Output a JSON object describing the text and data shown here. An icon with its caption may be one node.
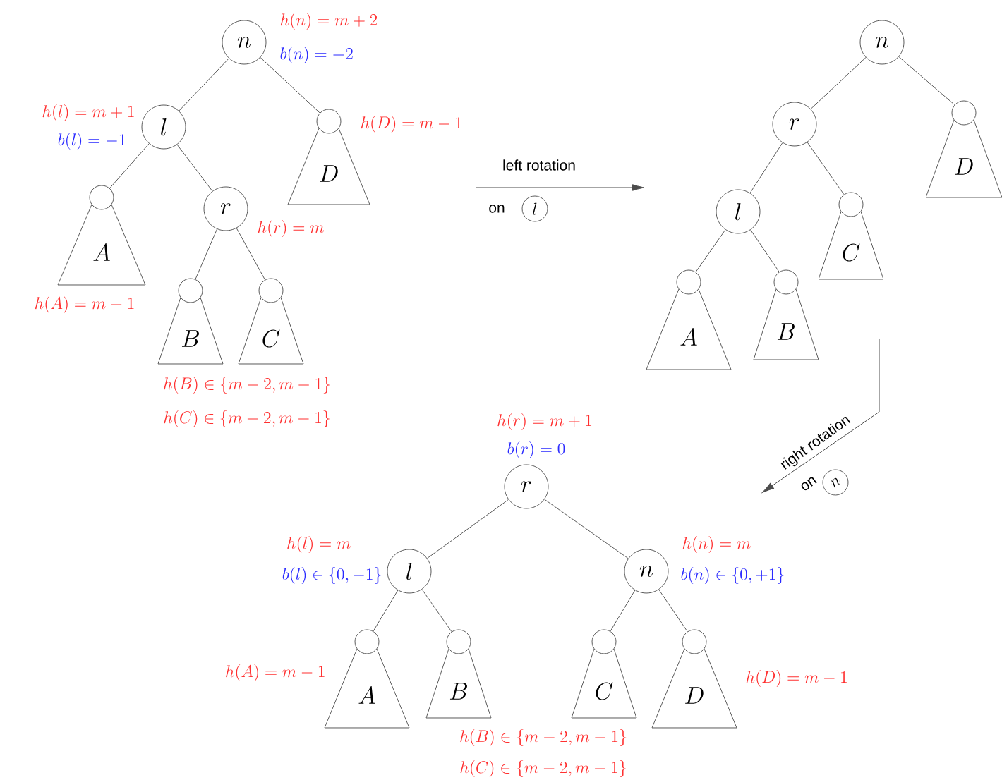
{
  "diagram": {
    "nodes": [
      {
        "text": [
          "n"
        ],
        "beside": [
          "h(n) = m+2",
          "b(n) = -2"
        ]
      },
      {
        "text": [
          "l"
        ],
        "beside": [
          "h(l) = m+1",
          "b(l) = -1"
        ]
      },
      {
        "text": [
          "D"
        ],
        "beside": [
          "h(D) = m-1"
        ]
      },
      {
        "text": [
          "r"
        ],
        "beside": [
          "h(r) = m"
        ]
      },
      {
        "text": [
          "A"
        ],
        "beside": [
          "h(A) = m-1"
        ]
      },
      {
        "text": [
          "B"
        ],
        "beside": [
          "h(B) \\in \\{m-2, m-1\\}"
        ]
      },
      {
        "text": [
          "C"
        ],
        "beside": [
          "h(C) \\in \\{m-2, m-1\\}"
        ]
      },
      {
        "text": [
          "n"
        ]
      },
      {
        "text": [
          "r"
        ]
      },
      {
        "text": [
          "D"
        ]
      },
      {
        "text": [
          "l"
        ]
      },
      {
        "text": [
          "C"
        ]
      },
      {
        "text": [
          "A"
        ]
      },
      {
        "text": [
          "B"
        ]
      },
      {
        "text": [
          "r"
        ],
        "beside": [
          "h(r) = m+1",
          "b(r) = 0"
        ]
      },
      {
        "text": [
          "l"
        ],
        "beside": [
          "h(l) = m",
          "b(l) \\in \\{0, -1\\}"
        ]
      },
      {
        "text": [
          "n"
        ],
        "beside": [
          "h(n) = m",
          "b(n) \\in \\{0, +1\\}"
        ]
      },
      {
        "text": [
          "A"
        ],
        "beside": [
          "h(A) = m-1"
        ]
      },
      {
        "text": [
          "B"
        ],
        "beside": [
          "h(B) \\in \\{m-2, m-1\\}"
        ]
      },
      {
        "text": [
          "C"
        ],
        "beside": [
          "h(C) \\in \\{m-2, m-1\\}"
        ]
      },
      {
        "text": [
          "D"
        ],
        "beside": [
          "h(D) = m-1"
        ]
      },
      {
        "text": [
          "l"
        ]
      },
      {
        "text": [
          "n"
        ]
      }
    ],
    "edges": [
      {
        "from": 0,
        "to": 1,
        "arrow": "none"
      },
      {
        "from": 0,
        "to": 2,
        "arrow": "none"
      },
      {
        "from": 1,
        "to": 4,
        "arrow": "none"
      },
      {
        "from": 1,
        "to": 3,
        "arrow": "none"
      },
      {
        "from": 3,
        "to": 5,
        "arrow": "none"
      },
      {
        "from": 3,
        "to": 6,
        "arrow": "none"
      },
      {
        "from": 7,
        "to": 8,
        "arrow": "none"
      },
      {
        "from": 7,
        "to": 9,
        "arrow": "none"
      },
      {
        "from": 8,
        "to": 10,
        "arrow": "none"
      },
      {
        "from": 8,
        "to": 11,
        "arrow": "none"
      },
      {
        "from": 10,
        "to": 12,
        "arrow": "none"
      },
      {
        "from": 10,
        "to": 13,
        "arrow": "none"
      },
      {
        "from": 14,
        "to": 15,
        "arrow": "none"
      },
      {
        "from": 14,
        "to": 16,
        "arrow": "none"
      },
      {
        "from": 15,
        "to": 17,
        "arrow": "none"
      },
      {
        "from": 15,
        "to": 18,
        "arrow": "none"
      },
      {
        "from": 16,
        "to": 19,
        "arrow": "none"
      },
      {
        "from": 16,
        "to": 20,
        "arrow": "none"
      }
    ],
    "labels": [
      "left rotation",
      "on",
      "right rotation",
      "on"
    ]
  }
}
